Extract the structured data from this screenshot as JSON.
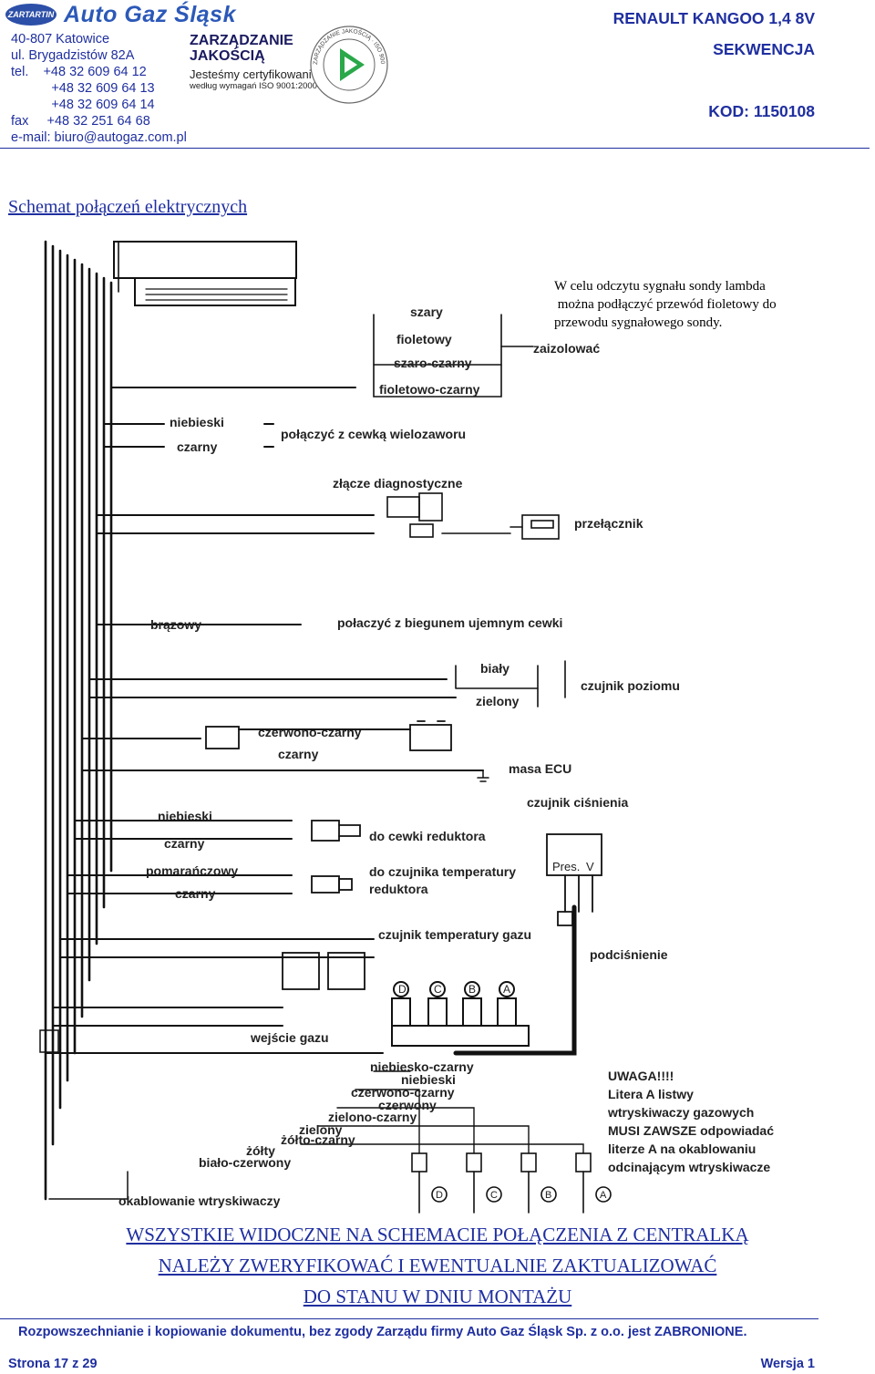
{
  "header": {
    "logo_badge": "ZARTARTIN",
    "company_name": "Auto Gaz Śląsk",
    "address_lines": [
      "40-807 Katowice",
      "ul. Brygadzistów 82A",
      "tel.    +48 32 609 64 12",
      "           +48 32 609 64 13",
      "           +48 32 609 64 14",
      "fax     +48 32 251 64 68",
      "e-mail: biuro@autogaz.com.pl"
    ],
    "cert_title": "ZARZĄDZANIE JAKOŚCIĄ",
    "cert_subtitle": "Jesteśmy certyfikowani",
    "cert_standard": "według wymagań ISO 9001:2000",
    "seal_text": "ZARZĄDZANIE JAKOŚCIĄ · ISO 9001:2000",
    "model": "RENAULT KANGOO 1,4 8V",
    "system": "SEKWENCJA",
    "code": "KOD: 1150108"
  },
  "section_title": "Schemat połączeń elektrycznych",
  "note": {
    "lines": [
      "W celu odczytu sygnału sondy lambda",
      " można podłączyć przewód fioletowy do",
      "przewodu sygnałowego sondy."
    ]
  },
  "diagram": {
    "labels": {
      "szary": "szary",
      "fioletowy": "fioletowy",
      "zaizolowac": "zaizolować",
      "szaro_czarny": "szaro-czarny",
      "fioletowo_czarny": "fioletowo-czarny",
      "niebieski1": "niebieski",
      "czarny1": "czarny",
      "cewka": "połączyć z cewką wielozaworu",
      "diag": "złącze diagnostyczne",
      "przelacznik": "przełącznik",
      "brazowy": "brązowy",
      "biegun": "połaczyć z biegunem ujemnym cewki",
      "bialy": "biały",
      "zielony1": "zielony",
      "czujnik_poziomu": "czujnik poziomu",
      "czerwono_czarny1": "czerwono-czarny",
      "czarny2": "czarny",
      "masa": "masa ECU",
      "czujnik_cisnienia": "czujnik ciśnienia",
      "niebieski2": "niebieski",
      "czarny3": "czarny",
      "cewki_reduktora": "do cewki reduktora",
      "pomaranczowy": "pomarańczowy",
      "czarny4": "czarny",
      "temp_reduktora_1": "do czujnika temperatury",
      "temp_reduktora_2": "reduktora",
      "pres": "Pres.",
      "v": "V",
      "temp_gazu": "czujnik temperatury gazu",
      "podcisnienie": "podciśnienie",
      "wejscie": "wejście gazu",
      "inj_wires": [
        "niebiesko-czarny",
        "niebieski",
        "czerwono-czarny",
        "czerwony",
        "zielono-czarny",
        "zielony",
        "żółto-czarny",
        "żółty",
        "biało-czerwony"
      ],
      "okablowanie": "okablowanie wtryskiwaczy",
      "warning": [
        "UWAGA!!!!",
        "Litera A listwy",
        "wtryskiwaczy gazowych",
        "MUSI ZAWSZE odpowiadać",
        "literze A na okablowaniu",
        "odcinającym wtryskiwacze"
      ],
      "rail_letters": [
        "D",
        "C",
        "B",
        "A"
      ],
      "injector_letters": [
        "D",
        "C",
        "B",
        "A"
      ]
    }
  },
  "warning_banner": [
    "WSZYSTKIE WIDOCZNE NA SCHEMACIE POŁĄCZENIA Z CENTRALKĄ",
    "NALEŻY ZWERYFIKOWAĆ I EWENTUALNIE ZAKTUALIZOWAĆ",
    "DO STANU W DNIU MONTAŻU"
  ],
  "footer": {
    "notice": "Rozpowszechnianie i kopiowanie dokumentu, bez zgody Zarządu firmy Auto Gaz Śląsk Sp. z o.o. jest ZABRONIONE.",
    "page": "Strona 17 z 29",
    "version": "Wersja 1"
  },
  "colors": {
    "brand_blue": "#1f2fa0",
    "logo_blue": "#2c59b8",
    "seal_green": "#2aa84a"
  }
}
